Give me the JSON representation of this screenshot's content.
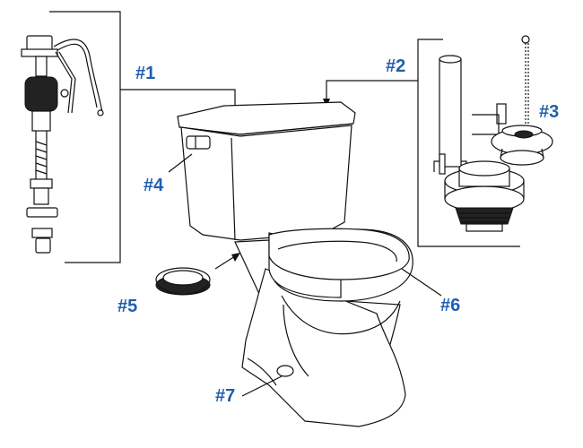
{
  "colors": {
    "label": "#1f5fae",
    "line": "#111111",
    "background": "#ffffff"
  },
  "labels": {
    "p1": "#1",
    "p2": "#2",
    "p3": "#3",
    "p4": "#4",
    "p5": "#5",
    "p6": "#6",
    "p7": "#7"
  }
}
